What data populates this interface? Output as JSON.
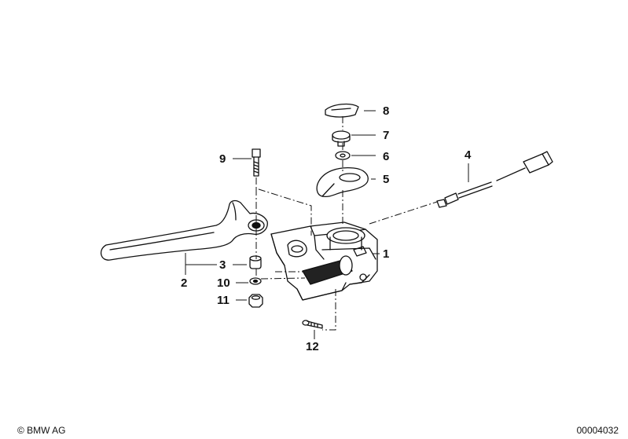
{
  "copyright": "© BMW AG",
  "image_number": "00004032",
  "callouts": {
    "c1": "1",
    "c2": "2",
    "c3": "3",
    "c4": "4",
    "c5": "5",
    "c6": "6",
    "c7": "7",
    "c8": "8",
    "c9": "9",
    "c10": "10",
    "c11": "11",
    "c12": "12"
  }
}
